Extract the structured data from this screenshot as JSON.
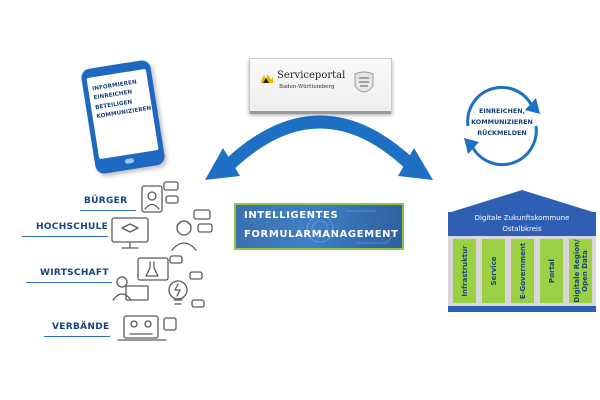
{
  "phone": {
    "lines": [
      "INFORMIEREN",
      "EINREICHEN",
      "BETEILIGEN",
      "KOMMUNIZIEREN"
    ]
  },
  "portal": {
    "name": "Serviceportal",
    "subtitle": "Baden-Württemberg"
  },
  "cycle": {
    "lines": [
      "EINREICHEN,",
      "KOMMUNIZIEREN",
      "RÜCKMELDEN"
    ]
  },
  "stakeholders": {
    "items": [
      "BÜRGER",
      "HOCHSCHULE",
      "WIRTSCHAFT",
      "VERBÄNDE"
    ]
  },
  "banner": {
    "line1": "INTELLIGENTES",
    "line2": "FORMULARMANAGEMENT"
  },
  "temple": {
    "title_line1": "Digitale Zukunftskommune",
    "title_line2": "Ostalbkreis",
    "pillars": [
      {
        "line1": "Infrastruktur",
        "line2": ""
      },
      {
        "line1": "Service",
        "line2": ""
      },
      {
        "line1": "E-Government",
        "line2": ""
      },
      {
        "line1": "Portal",
        "line2": ""
      },
      {
        "line1": "Digitale Region/",
        "line2": "Open Data"
      }
    ]
  },
  "colors": {
    "primary_blue": "#1d69c2",
    "dark_navy": "#16437e",
    "accent_green": "#9bd044",
    "temple_blue": "#2f5fb3"
  }
}
